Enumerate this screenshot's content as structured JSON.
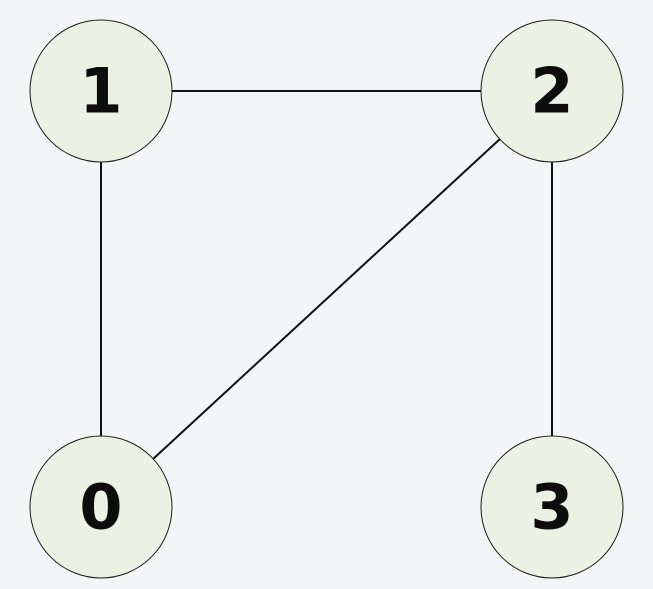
{
  "graph": {
    "nodes": [
      {
        "id": "0",
        "label": "0"
      },
      {
        "id": "1",
        "label": "1"
      },
      {
        "id": "2",
        "label": "2"
      },
      {
        "id": "3",
        "label": "3"
      }
    ],
    "edges": [
      {
        "from": "1",
        "to": "2"
      },
      {
        "from": "1",
        "to": "0"
      },
      {
        "from": "2",
        "to": "0"
      },
      {
        "from": "2",
        "to": "3"
      }
    ],
    "colors": {
      "background": "#f4f5f7",
      "node_fill": "#ebf2e4",
      "node_stroke": "#1a1a1a",
      "edge": "#111111",
      "label": "#0d0d0d"
    }
  }
}
